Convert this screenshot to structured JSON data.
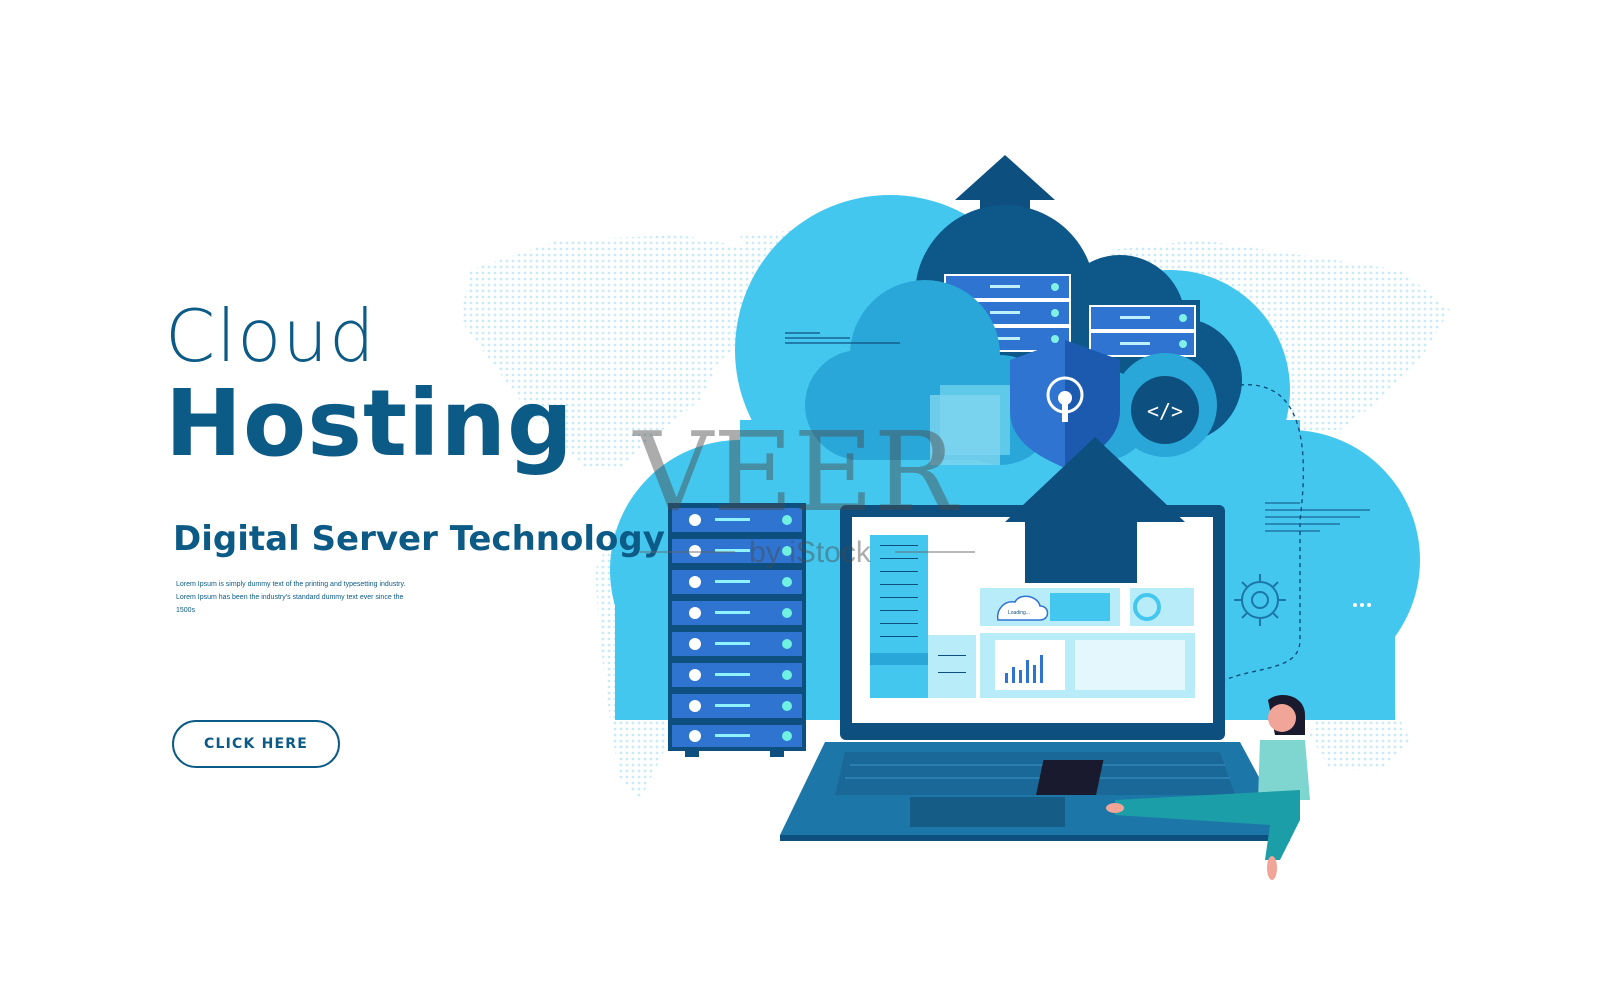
{
  "hero": {
    "title_line1": "Cloud",
    "title_line2": "Hosting",
    "subtitle": "Digital Server Technology",
    "description": "Lorem Ipsum is simply dummy text of the printing and typesetting industry. Lorem Ipsum has been the industry's standard dummy text ever since the 1500s",
    "cta_label": "CLICK HERE"
  },
  "illustration": {
    "loading_text": "Loading...",
    "code_symbol": "</>",
    "watermark_main": "VEER",
    "watermark_sub": "by iStock"
  },
  "colors": {
    "brand_dark": "#0c5a86",
    "cloud_light": "#44c7ef",
    "cloud_mid": "#2aa7d9",
    "navy": "#0d4f7f",
    "server_blue": "#2f74d0"
  },
  "icons": [
    "cloud-icon",
    "shield-lock-icon",
    "code-icon",
    "gear-icon",
    "upload-arrow-icon",
    "server-rack-icon",
    "laptop-icon",
    "world-map",
    "person-illustration"
  ]
}
